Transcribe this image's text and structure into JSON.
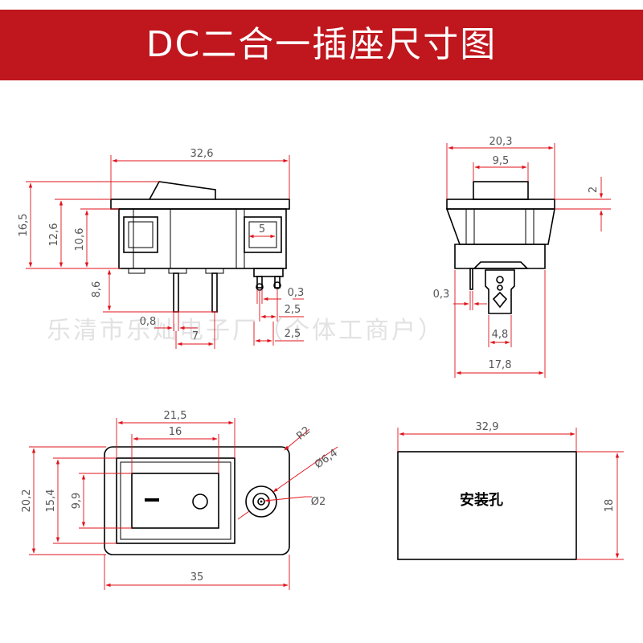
{
  "header": {
    "title": "DC二合一插座尺寸图",
    "color": "#c0161d"
  },
  "watermark": "乐清市乐灿电子厂（个体工商户）",
  "front_view": {
    "width": "32,6",
    "total_height": "16,5",
    "height_12": "12,6",
    "height_10": "10,6",
    "pin_length": "8,6",
    "window": "5",
    "pin_thickness": "0,3",
    "pin_width": "0,8",
    "pin_pitch": "7",
    "terminal_a": "2,5",
    "terminal_b": "2,5"
  },
  "side_view": {
    "width": "20,3",
    "rocker_width": "9,5",
    "rocker_height": "2",
    "pin_thickness": "0,3",
    "terminal_width": "4,8",
    "bottom_width": "17,8"
  },
  "panel_view": {
    "inner_width": "21,5",
    "switch_width": "16",
    "total_height": "20,2",
    "inner_height": "15,4",
    "switch_height": "9,9",
    "corner_radius": "R2",
    "jack_outer": "Ø6,4",
    "jack_inner": "Ø2",
    "total_width": "35"
  },
  "cutout": {
    "label": "安装孔",
    "width": "32,9",
    "height": "18"
  }
}
